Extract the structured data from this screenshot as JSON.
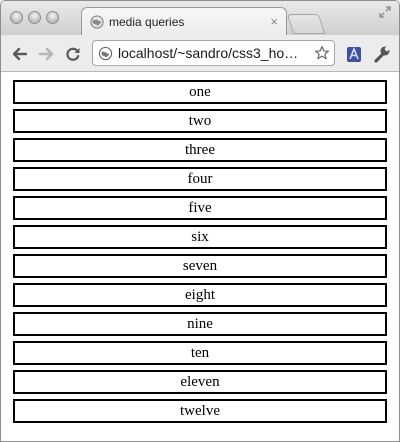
{
  "browser": {
    "tab_title": "media queries",
    "tab_close": "×",
    "url": "localhost/~sandro/css3_ho…"
  },
  "items": [
    "one",
    "two",
    "three",
    "four",
    "five",
    "six",
    "seven",
    "eight",
    "nine",
    "ten",
    "eleven",
    "twelve"
  ]
}
